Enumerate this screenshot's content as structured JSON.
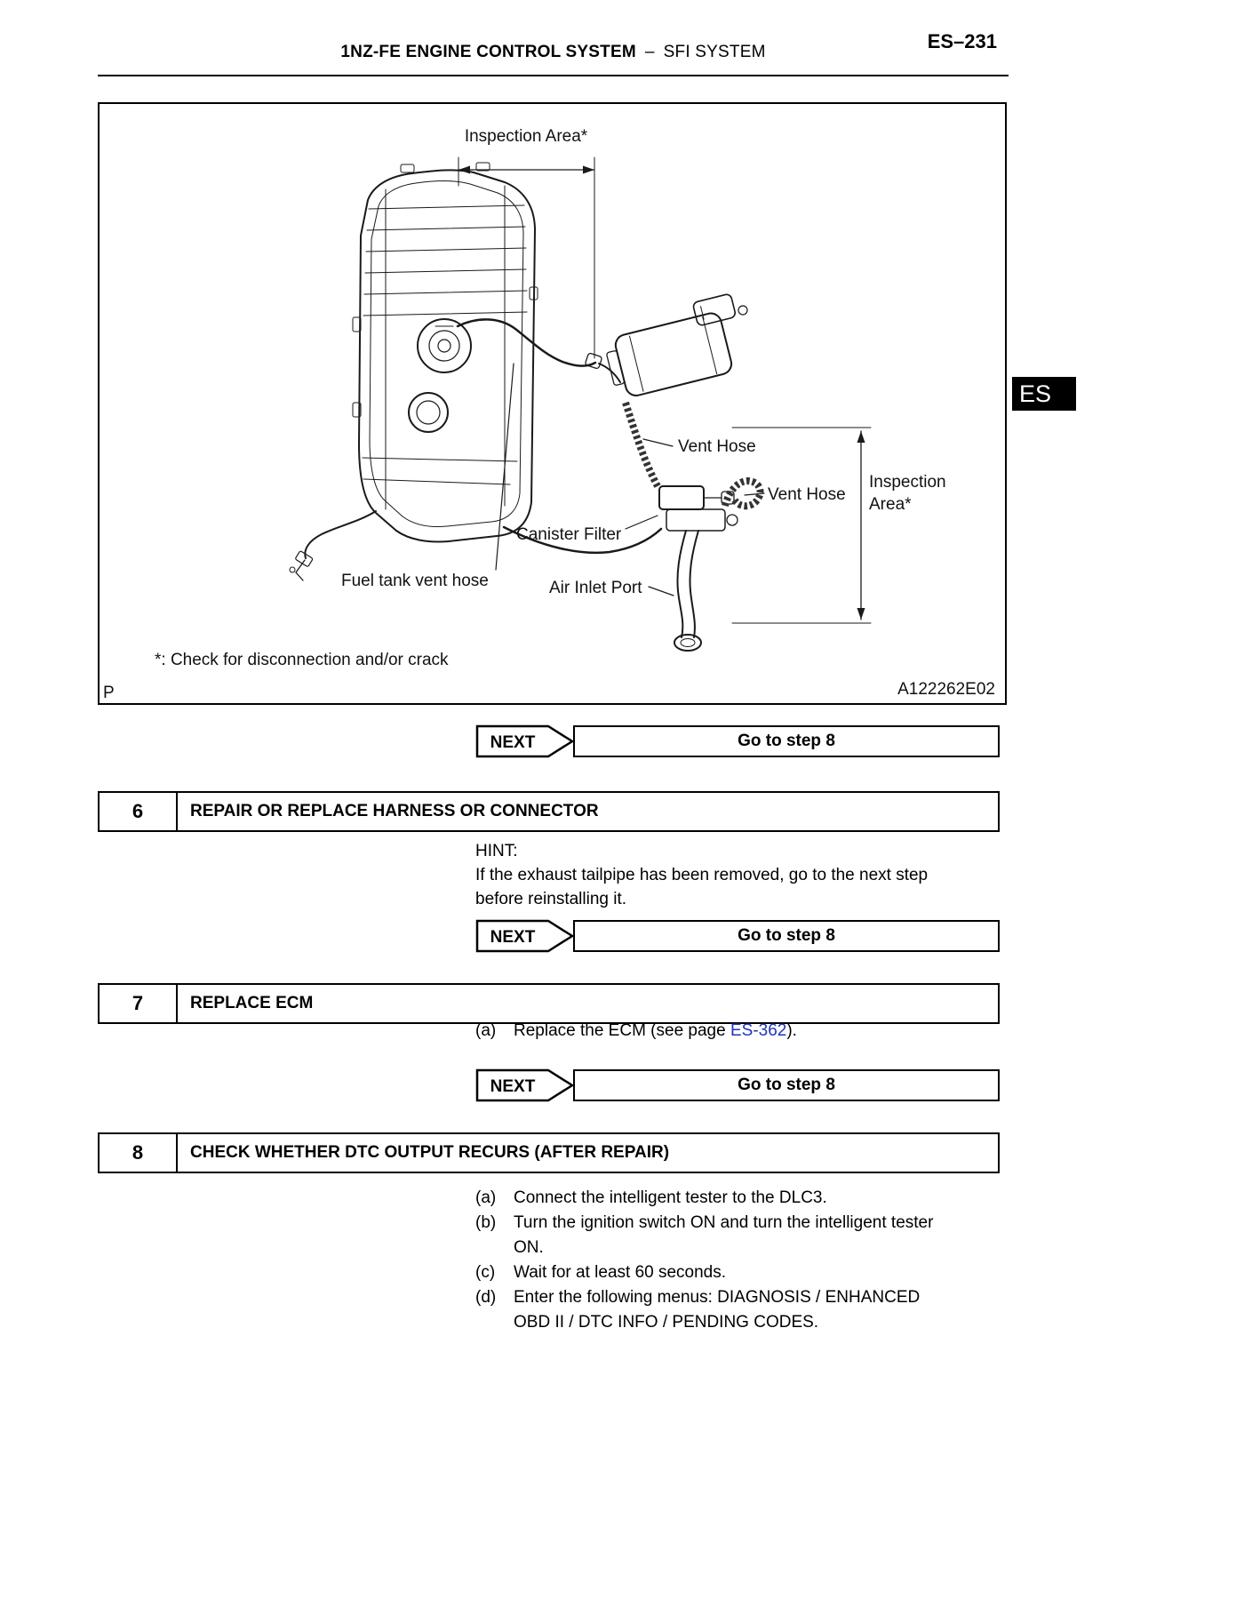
{
  "header": {
    "title_main": "1NZ-FE ENGINE CONTROL SYSTEM",
    "title_sep": "–",
    "title_sub": "SFI SYSTEM",
    "page_number": "ES–231"
  },
  "side_tab": {
    "label": "ES"
  },
  "figure": {
    "footnote": "*: Check for disconnection and/or crack",
    "corner_mark": "P",
    "figure_code": "A122262E02",
    "labels": {
      "inspection_area_top": "Inspection Area*",
      "vent_hose_upper": "Vent Hose",
      "vent_hose_lower": "Vent Hose",
      "inspection_area_right_line1": "Inspection",
      "inspection_area_right_line2": "Area*",
      "canister_filter": "Canister Filter",
      "fuel_tank_vent_hose": "Fuel tank vent hose",
      "air_inlet_port": "Air Inlet Port"
    }
  },
  "next_banner": {
    "label": "NEXT"
  },
  "next_rows": [
    {
      "target": "Go to step 8"
    },
    {
      "target": "Go to step 8"
    },
    {
      "target": "Go to step 8"
    }
  ],
  "steps": [
    {
      "number": "6",
      "title": "REPAIR OR REPLACE HARNESS OR CONNECTOR"
    },
    {
      "number": "7",
      "title": "REPLACE ECM"
    },
    {
      "number": "8",
      "title": "CHECK WHETHER DTC OUTPUT RECURS (AFTER REPAIR)"
    }
  ],
  "hint": {
    "label": "HINT:",
    "text": "If the exhaust tailpipe has been removed, go to the next step\nbefore reinstalling it."
  },
  "step7_body": {
    "item_label": "(a)",
    "text_before": "Replace the ECM (see page ",
    "link": "ES-362",
    "text_after": ")."
  },
  "step8_body": {
    "items": [
      {
        "label": "(a)",
        "text": "Connect the intelligent tester to the DLC3."
      },
      {
        "label": "(b)",
        "text": "Turn the ignition switch ON and turn the intelligent tester\nON."
      },
      {
        "label": "(c)",
        "text": "Wait for at least 60 seconds."
      },
      {
        "label": "(d)",
        "text": "Enter the following menus: DIAGNOSIS / ENHANCED\nOBD II / DTC INFO / PENDING CODES."
      }
    ]
  }
}
